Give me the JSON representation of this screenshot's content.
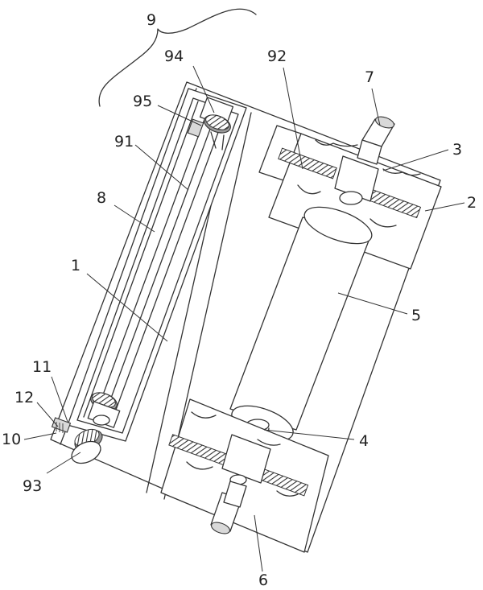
{
  "labels": {
    "l9": "9",
    "l94": "94",
    "l92": "92",
    "l7": "7",
    "l95": "95",
    "l3": "3",
    "l91": "91",
    "l2": "2",
    "l8": "8",
    "l1": "1",
    "l5": "5",
    "l11": "11",
    "l12": "12",
    "l4": "4",
    "l10": "10",
    "l93": "93",
    "l6": "6"
  },
  "colors": {
    "line": "#333333",
    "shade_light": "#d9d9d9",
    "shade_dark": "#9a9a9a",
    "background": "#ffffff"
  }
}
